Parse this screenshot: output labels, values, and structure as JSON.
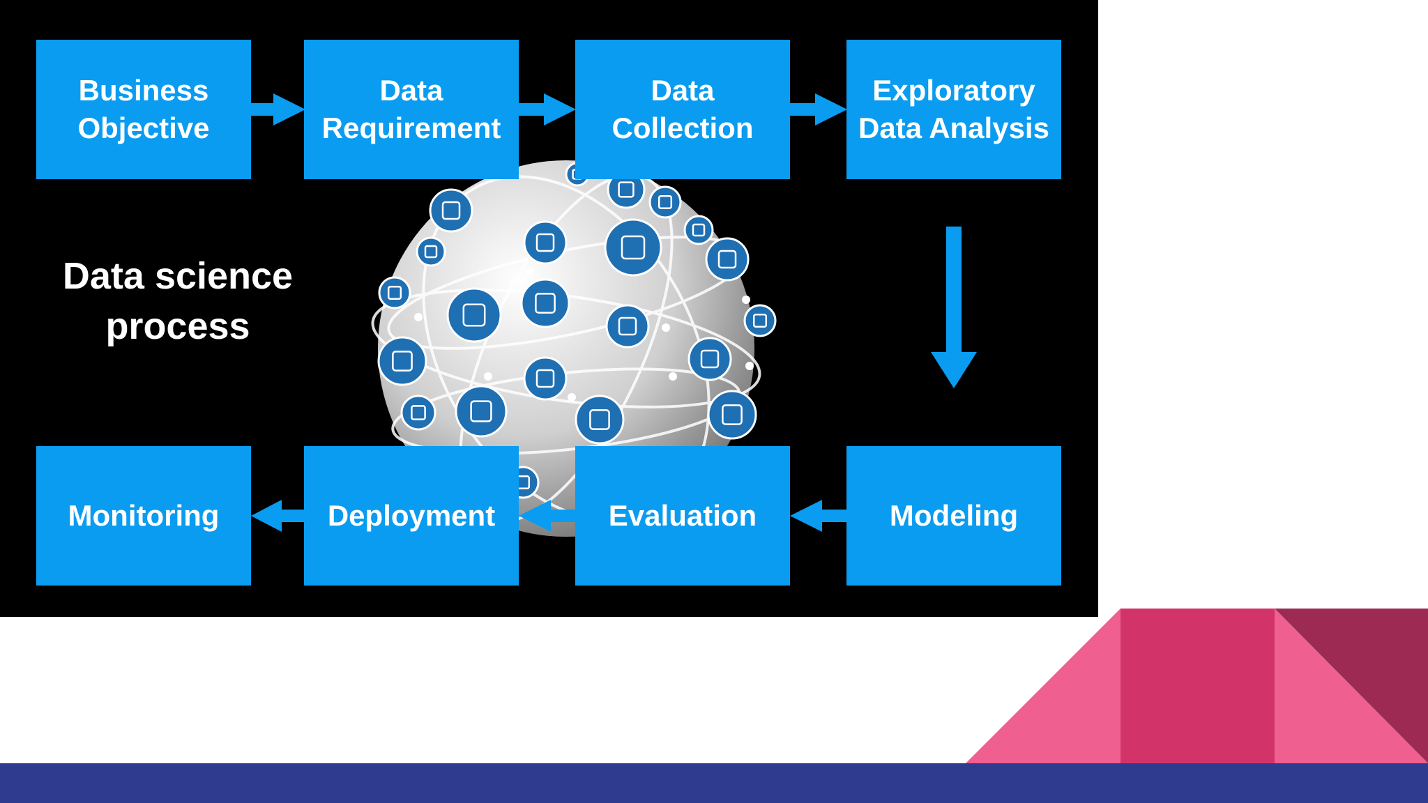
{
  "diagram": {
    "title": "Data science\nprocess",
    "steps": [
      {
        "id": "business-objective",
        "label": "Business\nObjective"
      },
      {
        "id": "data-requirement",
        "label": "Data\nRequirement"
      },
      {
        "id": "data-collection",
        "label": "Data\nCollection"
      },
      {
        "id": "exploratory-data-analysis",
        "label": "Exploratory\nData Analysis"
      },
      {
        "id": "modeling",
        "label": "Modeling"
      },
      {
        "id": "evaluation",
        "label": "Evaluation"
      },
      {
        "id": "deployment",
        "label": "Deployment"
      },
      {
        "id": "monitoring",
        "label": "Monitoring"
      }
    ],
    "flow": [
      [
        "business-objective",
        "data-requirement"
      ],
      [
        "data-requirement",
        "data-collection"
      ],
      [
        "data-collection",
        "exploratory-data-analysis"
      ],
      [
        "exploratory-data-analysis",
        "modeling"
      ],
      [
        "modeling",
        "evaluation"
      ],
      [
        "evaluation",
        "deployment"
      ],
      [
        "deployment",
        "monitoring"
      ]
    ],
    "colors": {
      "panel_background": "#000000",
      "step_fill": "#0a9cf0",
      "step_text": "#ffffff",
      "arrow": "#0a9cf0",
      "globe_icon_fill": "#1f6fb3"
    },
    "globe_icons": [
      "document-icon",
      "users-icon",
      "chat-icon",
      "location-pin-icon",
      "monitor-icon",
      "bar-chart-icon",
      "server-icon",
      "envelope-icon",
      "network-icon",
      "cloud-headset-icon",
      "smartphone-icon",
      "database-icon",
      "cloud-icon",
      "gauge-icon",
      "person-icon",
      "scatter-chart-icon",
      "tablet-icon",
      "laptop-icon",
      "router-icon"
    ]
  },
  "decor": {
    "bottom_bar_color": "#2e3b8f",
    "triangle_colors": [
      "#ef5f8f",
      "#d2346a",
      "#9c2a52"
    ]
  }
}
